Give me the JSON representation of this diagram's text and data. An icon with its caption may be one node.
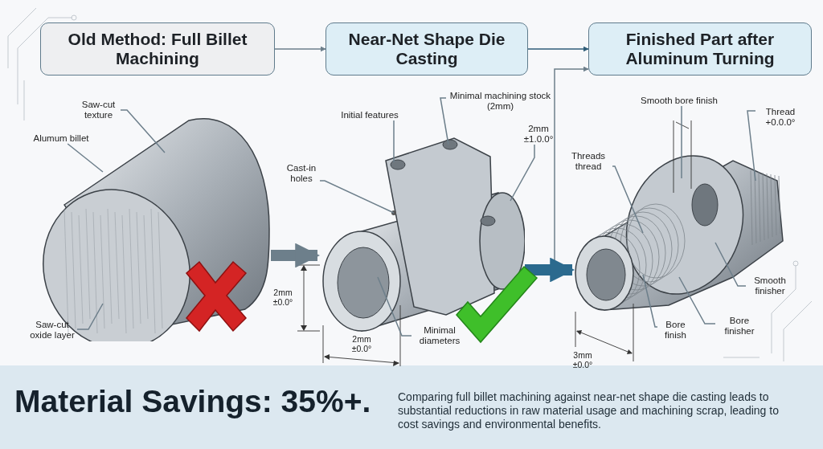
{
  "diagram": {
    "nodes": [
      {
        "text": [
          "Old Method: Full Billet Machining"
        ]
      },
      {
        "text": [
          "Near-Net Shape Die Casting"
        ]
      },
      {
        "text": [
          "Finished Part after Aluminum Turning"
        ]
      },
      {
        "text": [],
        "shape": "picture"
      },
      {
        "text": [],
        "shape": "picture"
      },
      {
        "text": [],
        "shape": "picture"
      },
      {
        "text": [
          "Saw-cut texture"
        ]
      },
      {
        "text": [
          "Alumum billet"
        ]
      },
      {
        "text": [
          "Saw-cut oxide layer"
        ]
      },
      {
        "text": [
          "Initial features"
        ]
      },
      {
        "text": [
          "Minimal machining stock (2mm)"
        ]
      },
      {
        "text": [
          "2mm ±1.0.0°"
        ]
      },
      {
        "text": [
          "Cast-in holes"
        ]
      },
      {
        "text": [
          "Minimal diameters"
        ]
      },
      {
        "text": [
          "Smooth bore finish"
        ]
      },
      {
        "text": [
          "Thread +0.0.0°"
        ]
      },
      {
        "text": [
          "Threads thread"
        ]
      },
      {
        "text": [
          "Smooth finisher"
        ]
      },
      {
        "text": [
          "Bore finisher"
        ]
      },
      {
        "text": [
          "Bore finish"
        ]
      }
    ],
    "edges": [
      {
        "from": 0,
        "to": 1,
        "arrow": "to"
      },
      {
        "from": 1,
        "to": 2,
        "arrow": "to"
      },
      {
        "from": null,
        "to": 2,
        "arrow": "to"
      },
      {
        "from": 3,
        "to": 4,
        "arrow": "to",
        "style": "thick"
      },
      {
        "from": 4,
        "to": 5,
        "arrow": "to",
        "style": "thick",
        "color": "#2b6a8e"
      },
      {
        "from": 6,
        "to": 3,
        "arrow": "none"
      },
      {
        "from": 7,
        "to": 3,
        "arrow": "none"
      },
      {
        "from": 8,
        "to": 3,
        "arrow": "none"
      },
      {
        "from": 9,
        "to": 4,
        "arrow": "none"
      },
      {
        "from": 10,
        "to": 4,
        "arrow": "none"
      },
      {
        "from": 11,
        "to": 4,
        "arrow": "none"
      },
      {
        "from": 12,
        "to": 4,
        "arrow": "none"
      },
      {
        "from": 13,
        "to": 4,
        "arrow": "none"
      },
      {
        "from": 14,
        "to": 5,
        "arrow": "none"
      },
      {
        "from": 15,
        "to": 5,
        "arrow": "none"
      },
      {
        "from": 16,
        "to": 5,
        "arrow": "none"
      },
      {
        "from": 17,
        "to": 5,
        "arrow": "none"
      },
      {
        "from": 18,
        "to": 5,
        "arrow": "none"
      },
      {
        "from": 19,
        "to": 5,
        "arrow": "none"
      }
    ],
    "labels": [
      "2mm ±0.0°",
      "2mm ±0.0°",
      "3mm ±0.0°",
      "Material Savings: 35%+.",
      "Comparing full billet machining against near-net shape die casting leads to substantial reductions in raw material usage and machining scrap, leading to cost savings and environmental benefits."
    ]
  }
}
